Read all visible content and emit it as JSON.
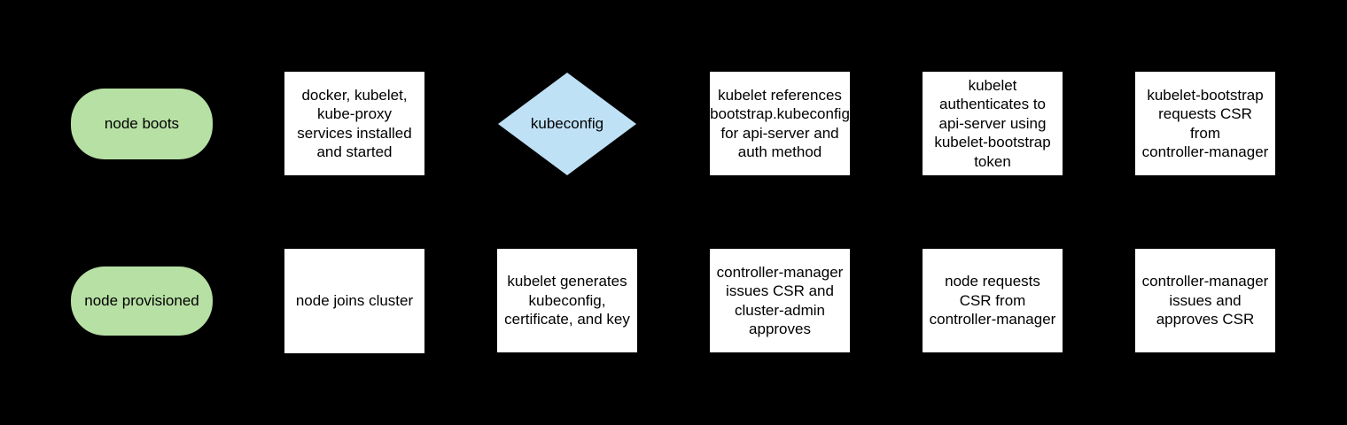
{
  "diagram": {
    "type": "flowchart",
    "colors": {
      "background": "#000000",
      "text": "#000000",
      "process_fill": "#ffffff",
      "terminator_fill": "#b7e0a4",
      "decision_fill": "#bfe1f6"
    },
    "rows": [
      {
        "nodes": [
          {
            "shape": "terminator",
            "label": "node boots"
          },
          {
            "shape": "process",
            "label": "docker, kubelet,\nkube-proxy\nservices installed\nand started"
          },
          {
            "shape": "decision",
            "label": "kubeconfig"
          },
          {
            "shape": "process",
            "label": "kubelet references\nbootstrap.kubeconfig\nfor api-server and\nauth method"
          },
          {
            "shape": "process",
            "label": "kubelet\nauthenticates to\napi-server using\nkubelet-bootstrap\ntoken"
          },
          {
            "shape": "process",
            "label": "kubelet-bootstrap\nrequests CSR\nfrom\ncontroller-manager"
          }
        ]
      },
      {
        "nodes": [
          {
            "shape": "terminator",
            "label": "node provisioned"
          },
          {
            "shape": "process",
            "label": "node joins cluster"
          },
          {
            "shape": "process",
            "label": "kubelet generates\nkubeconfig,\ncertificate, and key"
          },
          {
            "shape": "process",
            "label": "controller-manager\nissues CSR and\ncluster-admin\napproves"
          },
          {
            "shape": "process",
            "label": "node requests\nCSR from\ncontroller-manager"
          },
          {
            "shape": "process",
            "label": "controller-manager\nissues and\napproves CSR"
          }
        ]
      }
    ]
  }
}
